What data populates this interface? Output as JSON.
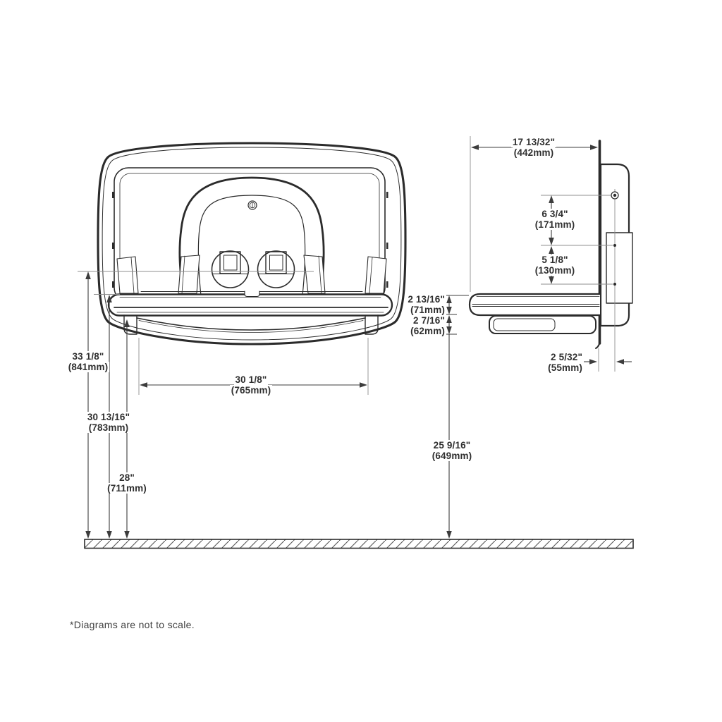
{
  "footnote": "*Diagrams are not to scale.",
  "dims": {
    "depth": {
      "in": "17 13/32\"",
      "mm": "(442mm)"
    },
    "upper_mount_spacing": {
      "in": "6 3/4\"",
      "mm": "(171mm)"
    },
    "lower_mount_spacing": {
      "in": "5 1/8\"",
      "mm": "(130mm)"
    },
    "tray_edge": {
      "in": "2 13/16\"",
      "mm": "(71mm)"
    },
    "handle": {
      "in": "2 7/16\"",
      "mm": "(62mm)"
    },
    "wall_projection": {
      "in": "2 5/32\"",
      "mm": "(55mm)"
    },
    "overall_height": {
      "in": "33 1/8\"",
      "mm": "(841mm)"
    },
    "tray_top_height": {
      "in": "30 13/16\"",
      "mm": "(783mm)"
    },
    "surface_height": {
      "in": "28\"",
      "mm": "(711mm)"
    },
    "bed_width": {
      "in": "30 1/8\"",
      "mm": "(765mm)"
    },
    "open_height": {
      "in": "25 9/16\"",
      "mm": "(649mm)"
    }
  },
  "colors": {
    "line": "#2b2b2b",
    "dimension": "#3c3c3c",
    "text": "#2f2f2f"
  }
}
